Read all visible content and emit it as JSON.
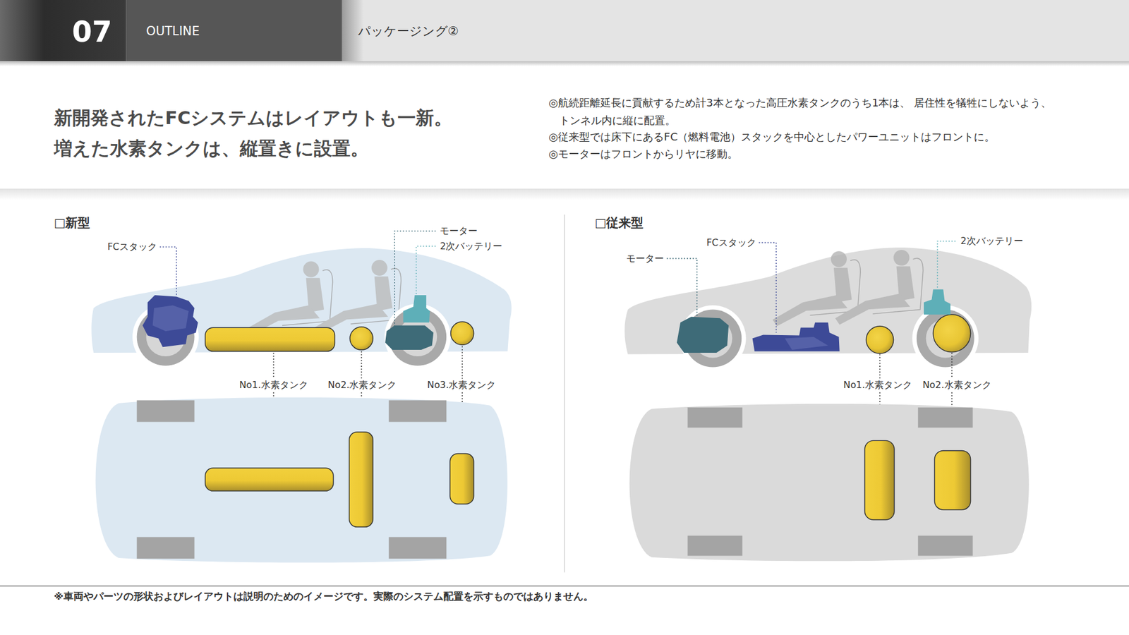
{
  "diagram": {
    "title": "新開発されたFCシステムはレイアウトも一新。 増えた水素タンクは、縦置きに設置。",
    "caption": "※車両やパーツの形状およびレイアウトは説明のためのイメージです。実際のシステム配置を示すものではありません。",
    "nodes": [
      {
        "text": [
          "□新型"
        ]
      },
      {
        "text": [
          "□従来型"
        ]
      }
    ],
    "labels": [
      "07",
      "OUTLINE",
      "パッケージング②",
      "◎航続距離延長に貢献するため計3本となった高圧水素タンクのうち1本は、 居住性を犠牲にしないよう、トンネル内に縦に配置。",
      "◎従来型では床下にあるFC（燃料電池）スタックを中心としたパワーユニットはフロントに。",
      "◎モーターはフロントからリヤに移動。",
      "FCスタック",
      "モーター",
      "2次バッテリー",
      "No1.水素タンク",
      "No2.水素タンク",
      "No3.水素タンク",
      "モーター",
      "FCスタック",
      "2次バッテリー",
      "No1.水素タンク",
      "No2.水素タンク"
    ]
  }
}
